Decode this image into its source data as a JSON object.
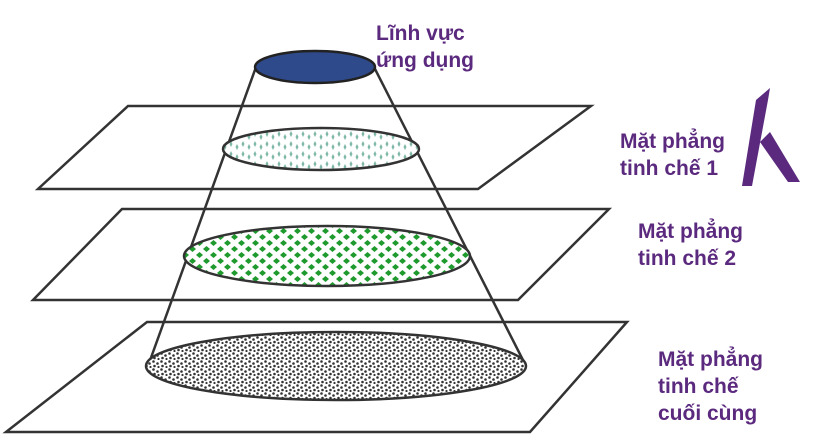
{
  "labels": {
    "application_domain": [
      "Lĩnh vực",
      "ứng dụng"
    ],
    "refinement_plane_1": [
      "Mặt phẳng",
      "tinh chế 1"
    ],
    "refinement_plane_2": [
      "Mặt phẳng",
      "tinh chế 2"
    ],
    "final_refinement_plane": [
      "Mặt phẳng",
      "tinh chế",
      "cuối cùng"
    ]
  },
  "colors": {
    "label_text": "#5b2a7e",
    "top_ellipse": "#2f4a8a",
    "plane_1_pattern": "#7fb8a8",
    "plane_2_pattern": "#1e9a2e",
    "final_plane_pattern": "#333333",
    "lambda_symbol": "#5b2a7e",
    "outline": "#333333"
  },
  "symbols": {
    "refinement_arrow": "lambda-shape"
  }
}
